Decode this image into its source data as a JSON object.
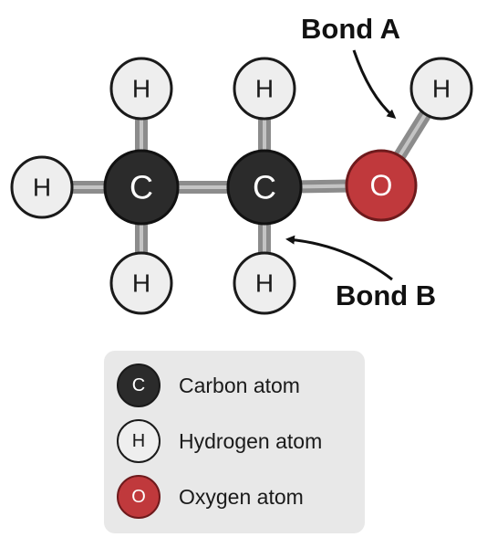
{
  "diagram": {
    "atoms": [
      {
        "id": "c1",
        "element": "C"
      },
      {
        "id": "c2",
        "element": "C"
      },
      {
        "id": "o1",
        "element": "O"
      },
      {
        "id": "h1",
        "element": "H"
      },
      {
        "id": "h2",
        "element": "H"
      },
      {
        "id": "h3",
        "element": "H"
      },
      {
        "id": "h4",
        "element": "H"
      },
      {
        "id": "h5",
        "element": "H"
      },
      {
        "id": "h6",
        "element": "H"
      }
    ],
    "bonds": [
      [
        "h1",
        "c1"
      ],
      [
        "h2",
        "c1"
      ],
      [
        "h3",
        "c1"
      ],
      [
        "c1",
        "c2"
      ],
      [
        "h4",
        "c2"
      ],
      [
        "h5",
        "c2"
      ],
      [
        "c2",
        "o1"
      ],
      [
        "o1",
        "h6"
      ]
    ],
    "callouts": {
      "bond_a": "Bond A",
      "bond_b": "Bond B"
    },
    "colors": {
      "carbon": "#2b2b2b",
      "hydrogen": "#eeeeee",
      "oxygen": "#c0393c",
      "bond": "#8c8c8c",
      "legend_background": "#e8e8e8"
    }
  },
  "legend": {
    "items": [
      {
        "symbol": "C",
        "label": "Carbon atom"
      },
      {
        "symbol": "H",
        "label": "Hydrogen atom"
      },
      {
        "symbol": "O",
        "label": "Oxygen atom"
      }
    ]
  }
}
